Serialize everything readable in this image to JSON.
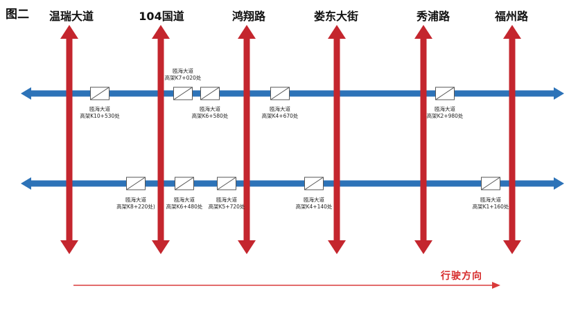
{
  "figure_label": "图二",
  "colors": {
    "red": "#c4262e",
    "blue": "#2d73b8",
    "arrow_thin": "#d93a3a"
  },
  "roads": [
    {
      "id": "wenrui",
      "name": "温瑞大道"
    },
    {
      "id": "104",
      "name": "104国道"
    },
    {
      "id": "hongxiang",
      "name": "鸿翔路"
    },
    {
      "id": "loudong",
      "name": "娄东大街"
    },
    {
      "id": "xiupu",
      "name": "秀浦路"
    },
    {
      "id": "fuzhou",
      "name": "福州路"
    }
  ],
  "viaduct_line_1": {
    "points": [
      {
        "line1": "瓯海大道",
        "line2": "高架K10+530处"
      },
      {
        "line1": "瓯海大道",
        "line2": "高架K7+020处"
      },
      {
        "line1": "瓯海大道",
        "line2": "高架K6+580处"
      },
      {
        "line1": "瓯海大道",
        "line2": "高架K4+670处"
      },
      {
        "line1": "瓯海大道",
        "line2": "高架K2+980处"
      }
    ]
  },
  "viaduct_line_2": {
    "points": [
      {
        "line1": "瓯海大道",
        "line2": "高架K8+220处)"
      },
      {
        "line1": "瓯海大道",
        "line2": "高架K6+480处"
      },
      {
        "line1": "瓯海大道",
        "line2": "高架K5+720处"
      },
      {
        "line1": "瓯海大道",
        "line2": "高架K4+140处"
      },
      {
        "line1": "瓯海大道",
        "line2": "高架K1+160处"
      }
    ]
  },
  "direction_label": "行驶方向"
}
